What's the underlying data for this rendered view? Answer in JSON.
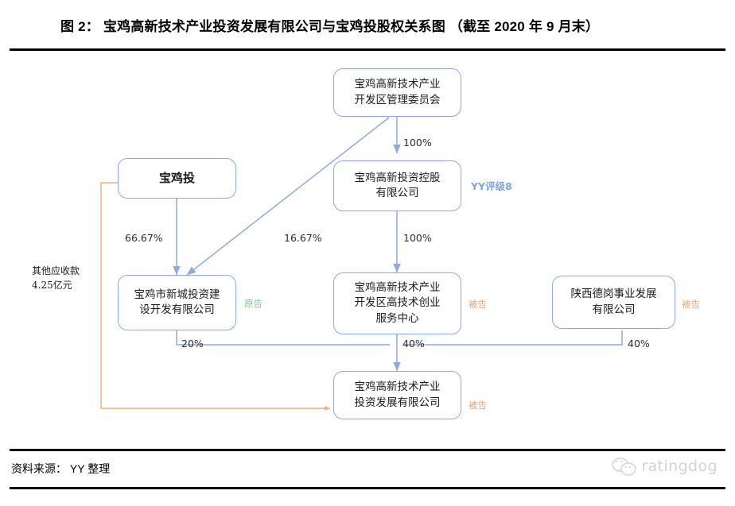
{
  "document": {
    "title": "图 2： 宝鸡高新技术产业投资发展有限公司与宝鸡投股权关系图 （截至 2020 年 9 月末）",
    "source_label": "资料来源： YY 整理",
    "watermark": "ratingdog",
    "watermark_icon": "wechat-bubble-icon"
  },
  "chart_data": {
    "type": "diagram",
    "title": "图 2： 宝鸡高新技术产业投资发展有限公司与宝鸡投股权关系图 （截至 2020 年 9 月末）",
    "nodes": [
      {
        "id": "n1",
        "label": "宝鸡高新技术产业\n开发区管理委员会",
        "tag": "",
        "rating": ""
      },
      {
        "id": "n2",
        "label": "宝鸡投",
        "tag": "",
        "rating": ""
      },
      {
        "id": "n3",
        "label": "宝鸡高新投资控股\n有限公司",
        "tag": "",
        "rating": "YY评级8"
      },
      {
        "id": "n4",
        "label": "宝鸡市新城投资建\n设开发有限公司",
        "tag": "原告",
        "rating": ""
      },
      {
        "id": "n5",
        "label": "宝鸡高新技术产业\n开发区高技术创业\n服务中心",
        "tag": "被告",
        "rating": ""
      },
      {
        "id": "n6",
        "label": "陕西德岗事业发展\n有限公司",
        "tag": "被告",
        "rating": ""
      },
      {
        "id": "n7",
        "label": "宝鸡高新技术产业\n投资发展有限公司",
        "tag": "被告",
        "rating": ""
      }
    ],
    "edges": [
      {
        "from": "n1",
        "to": "n3",
        "label": "100%"
      },
      {
        "from": "n1",
        "to": "n4",
        "label": "16.67%"
      },
      {
        "from": "n2",
        "to": "n4",
        "label": "66.67%"
      },
      {
        "from": "n3",
        "to": "n5",
        "label": "100%"
      },
      {
        "from": "n4",
        "to": "n7",
        "label": "20%"
      },
      {
        "from": "n5",
        "to": "n7",
        "label": "40%"
      },
      {
        "from": "n6",
        "to": "n7",
        "label": "40%"
      },
      {
        "from": "n7",
        "to": "n2",
        "label": "其他应收款\n4.25亿元"
      }
    ],
    "annotations": {
      "receivable": "其他应收款\n4.25亿元",
      "rating_badge": "YY评级8",
      "plaintiff_tag": "原告",
      "defendant_tag": "被告"
    },
    "colors": {
      "node_border": "#8faadc",
      "link": "#8faadc",
      "receivable_link": "#f0b183",
      "plaintiff": "#7ecb8f",
      "defendant": "#e8a87c",
      "rating": "#7ba7dd"
    }
  }
}
